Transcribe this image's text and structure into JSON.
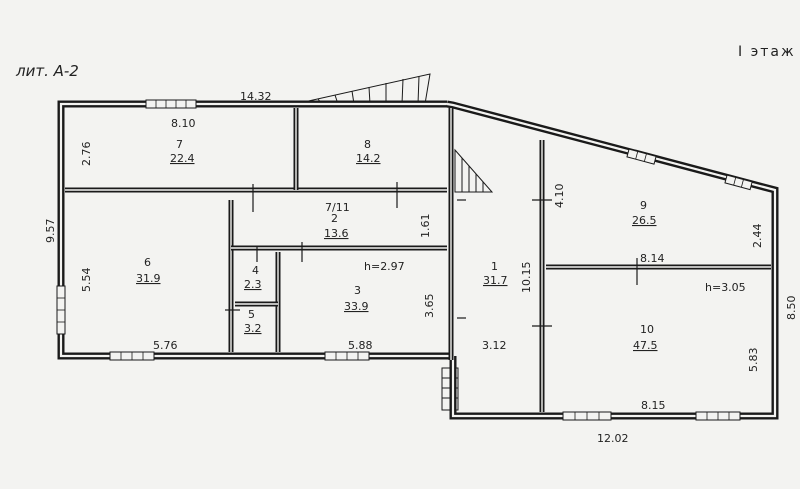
{
  "sheet": {
    "floor_label": "I этаж",
    "handwritten_note": "лит. А-2"
  },
  "dimensions": {
    "top_overall": "14.32",
    "room7_width": "8.10",
    "room7_height": "2.76",
    "left_overall": "9.57",
    "room6_height": "5.54",
    "room6_width": "5.76",
    "room3_width": "5.88",
    "room3_height": "3.65",
    "corridor_right": "1.61",
    "hall_depth": "10.15",
    "hall_width": "3.12",
    "room9_height_left": "4.10",
    "room9_height_right": "2.44",
    "partition_length": "8.14",
    "right_overall": "8.50",
    "room10_height": "5.83",
    "room10_width": "8.15",
    "bottom_overall": "12.02"
  },
  "heights": {
    "west_block": "h=2.97",
    "east_block": "h=3.05"
  },
  "rooms": [
    {
      "number": "7",
      "area": "22.4"
    },
    {
      "number": "8",
      "area": "14.2"
    },
    {
      "number": "2",
      "area": "13.6"
    },
    {
      "number": "6",
      "area": "31.9"
    },
    {
      "number": "4",
      "area": "2.3"
    },
    {
      "number": "5",
      "area": "3.2"
    },
    {
      "number": "3",
      "area": "33.9"
    },
    {
      "number": "1",
      "area": "31.7"
    },
    {
      "number": "9",
      "area": "26.5"
    },
    {
      "number": "10",
      "area": "47.5"
    }
  ],
  "corridor_marker": "7/11"
}
